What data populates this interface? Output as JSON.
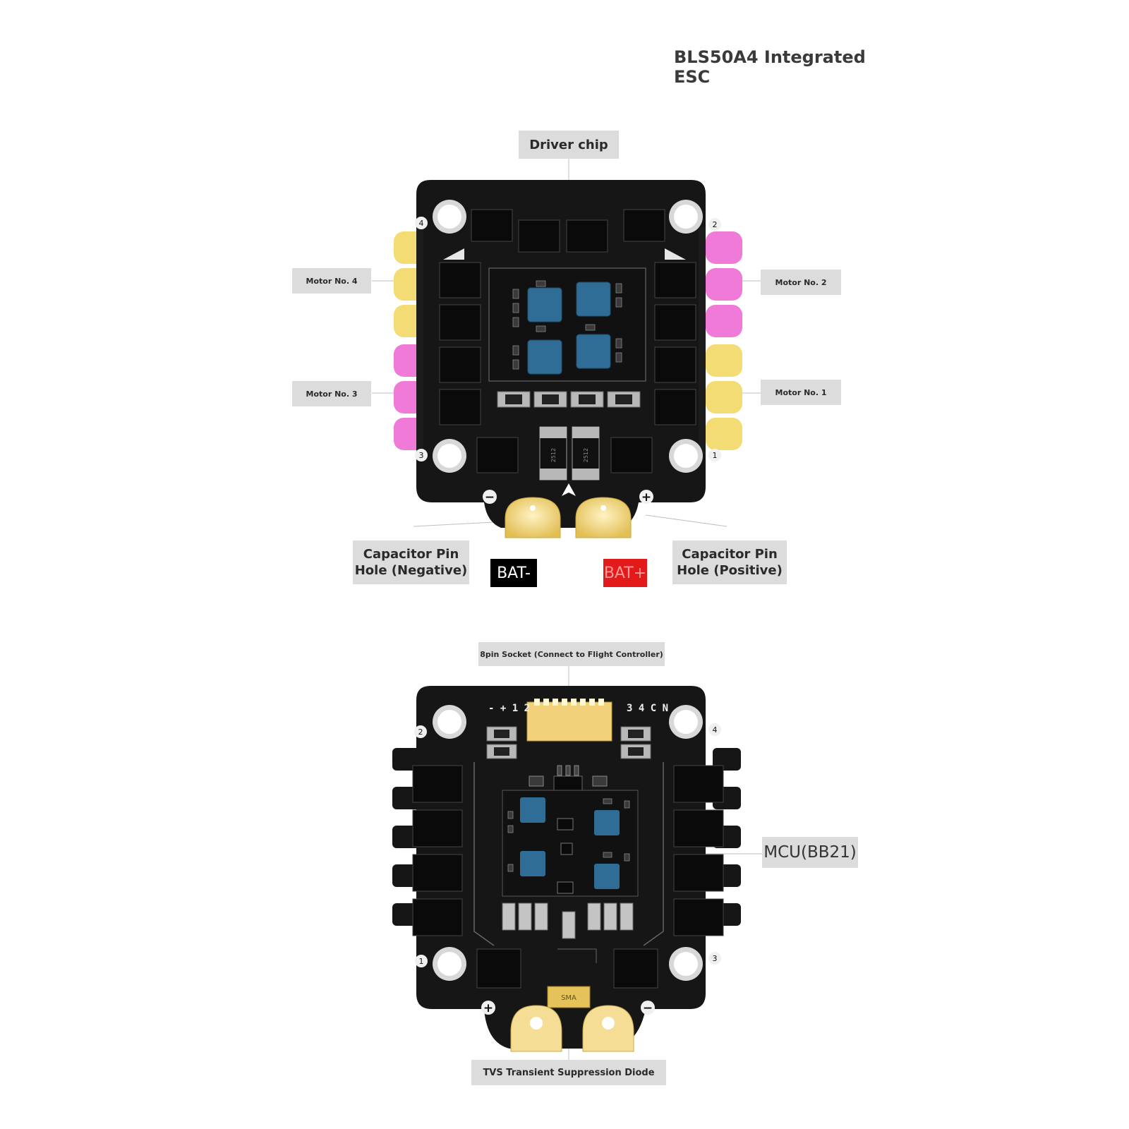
{
  "title": "BLS50A4 Integrated ESC",
  "top_board": {
    "labels": {
      "driver_chip": "Driver chip",
      "motor4": "Motor No. 4",
      "motor3": "Motor No. 3",
      "motor2": "Motor No. 2",
      "motor1": "Motor No. 1",
      "cap_negative": "Capacitor Pin\nHole (Negative)",
      "cap_positive": "Capacitor Pin\nHole (Positive)",
      "bat_minus": "BAT-",
      "bat_plus": "BAT+"
    },
    "hole_numbers": [
      "4",
      "2",
      "3",
      "1"
    ],
    "resistor_text": [
      "2512",
      "2512"
    ],
    "pad_signs": [
      "−",
      "+"
    ]
  },
  "bottom_board": {
    "labels": {
      "socket": "8pin Socket (Connect to Flight Controller)",
      "mcu": "MCU(BB21)",
      "tvs": "TVS Transient Suppression Diode"
    },
    "silkscreen_left": "- + 1 2",
    "silkscreen_right": "3 4 C N",
    "hole_numbers": [
      "2",
      "4",
      "1",
      "3"
    ],
    "diode_text": "SMA",
    "pad_signs": [
      "+",
      "−"
    ]
  },
  "colors": {
    "pcb": "#161616",
    "pad_yellow": "#f0d66a",
    "pad_pink": "#f07ad8",
    "chip_blue": "#2f6d96",
    "gold": "#e8c866",
    "bat_minus_bg": "#000000",
    "bat_plus_bg": "#e31a1a"
  }
}
